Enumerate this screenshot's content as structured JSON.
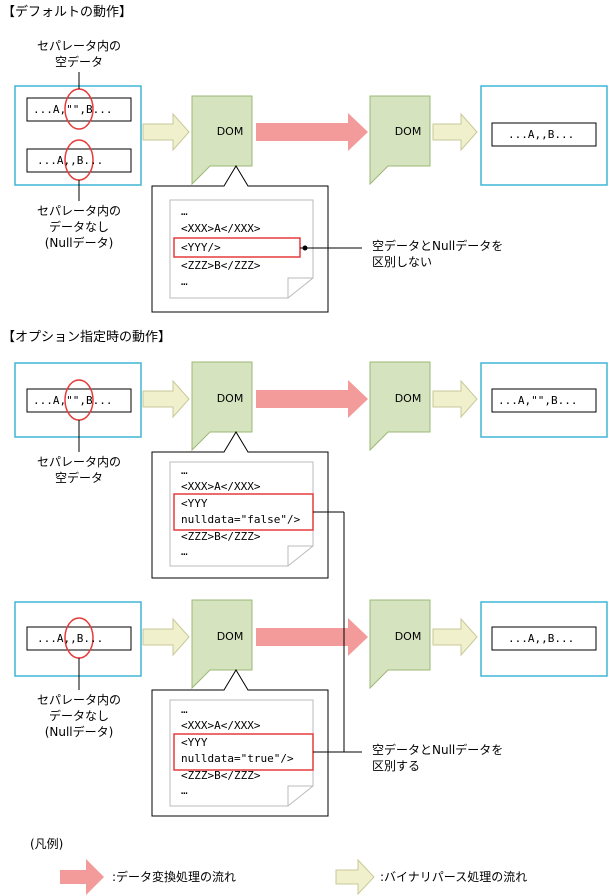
{
  "sections": {
    "default_heading": "【デフォルトの動作】",
    "option_heading": "【オプション指定時の動作】"
  },
  "labels": {
    "empty_data": [
      "セパレータ内の",
      "空データ"
    ],
    "no_data": [
      "セパレータ内の",
      "データなし",
      "(Nullデータ)"
    ],
    "not_distinguish": [
      "空データとNullデータを",
      "区別しない"
    ],
    "distinguish": [
      "空データとNullデータを",
      "区別する"
    ]
  },
  "dom_label": "DOM",
  "data_strings": {
    "empty_input": "...A,\"\",B...",
    "null_input": "...A,,B...",
    "default_output": "...A,,B...",
    "option_empty_output": "...A,\"\",B...",
    "option_null_output": "...A,,B..."
  },
  "code": {
    "default": [
      "…",
      "<XXX>A</XXX>",
      "<YYY/>",
      "<ZZZ>B</ZZZ>",
      "…"
    ],
    "option_false": [
      "…",
      "<XXX>A</XXX>",
      "<YYY",
      "nulldata=\"false\"/>",
      "<ZZZ>B</ZZZ>",
      "…"
    ],
    "option_true": [
      "…",
      "<XXX>A</XXX>",
      "<YYY",
      "nulldata=\"true\"/>",
      "<ZZZ>B</ZZZ>",
      "…"
    ]
  },
  "legend": {
    "title": "(凡例)",
    "data_conversion": ":データ変換処理の流れ",
    "binary_parse": ":バイナリパース処理の流れ"
  },
  "colors": {
    "cyan_box": "#3fb6d6",
    "dom_fill": "#d5e3be",
    "dom_stroke": "#9cb877",
    "pink_arrow": "#f39a9a",
    "cream_arrow": "#f0f0cc",
    "cream_stroke": "#c9c99a",
    "red": "#e53b3b"
  }
}
